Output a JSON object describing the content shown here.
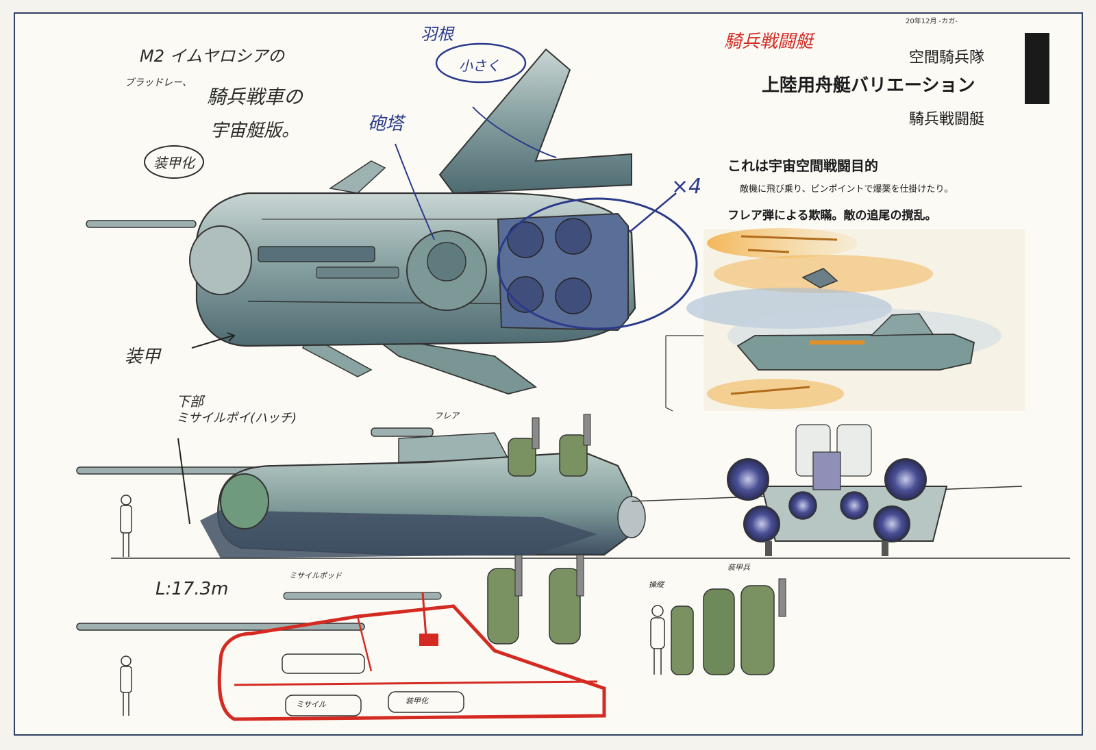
{
  "header": {
    "date_stamp": "20年12月 -カガ-",
    "red_note": "騎兵戦闘艇",
    "unit": "空間騎兵隊",
    "title": "上陸用舟艇バリエーション",
    "subtitle": "騎兵戦闘艇"
  },
  "notes": {
    "heading": "これは宇宙空間戦闘目的",
    "line1": "敵機に飛び乗り、ピンポイントで爆薬を仕掛けたり。",
    "line2": "フレア弾による欺瞞。敵の追尾の撹乱。"
  },
  "handwritten": {
    "concept_l1": "M2 イムヤロシアの",
    "concept_l2": "ブラッドレー、",
    "concept_l3": "騎兵戦車の",
    "concept_l4": "宇宙艇版。",
    "circled_left": "装甲化",
    "circled_top_label": "羽根",
    "circled_top": "小さく",
    "turret": "砲塔",
    "times4": "×4",
    "armor": "装甲",
    "missile_l1": "下部",
    "missile_l2": "ミサイルポイ(ハッチ)",
    "flare": "フレア",
    "length": "L:17.3m",
    "missile_pod": "ミサイルポッド",
    "crew_a": "操縦",
    "crew_b": "装甲兵",
    "pod_left": "ミサイル",
    "pod_right": "装甲化"
  },
  "colors": {
    "hull": "#8aa3a3",
    "hull_dark": "#5c7a7e",
    "hull_shadow": "#3e4f63",
    "trooper": "#7a9262",
    "red_sketch": "#d42a22",
    "blue_ink": "#2b3a8a",
    "flare_orange": "#f0a030",
    "frame": "#2f3f63"
  },
  "icons": {
    "human_scale": "person-silhouette-icon"
  }
}
